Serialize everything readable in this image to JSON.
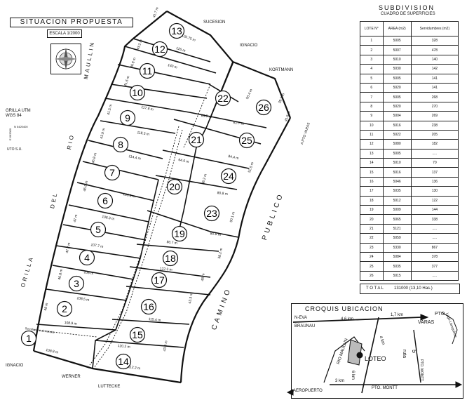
{
  "plan": {
    "title": "SITUACION PROPUESTA",
    "scale": "ESCALA 1/2000",
    "grid_label": "GRILLA UTM",
    "datum": "WGS 84",
    "north_coord": "N 5420400",
    "east_coord": "E 663300",
    "grid_symbol": "UTO S.U.",
    "neighbors": {
      "sucesion": "SUCESION",
      "ignacio_top": "IGNACIO",
      "kortmann": "KORTMANN",
      "ignacio_bottom": "IGNACIO",
      "werner": "WERNER",
      "luttecke": "LUTTECKE"
    },
    "river_words": [
      "MAULLIN",
      "RIO",
      "DEL",
      "ORILLA"
    ],
    "road_words": [
      "PUBLICO",
      "CAMINO"
    ],
    "pto_varas_arrow": "A PTO VARAS",
    "lots": [
      "1",
      "2",
      "3",
      "4",
      "5",
      "6",
      "7",
      "8",
      "9",
      "10",
      "11",
      "12",
      "13",
      "14",
      "15",
      "16",
      "17",
      "18",
      "19",
      "20",
      "21",
      "22",
      "23",
      "24",
      "25",
      "26"
    ],
    "dimensions": {
      "d1": "41.7 m",
      "d2": "120.75 m",
      "d3": "43.2 m",
      "d4": "126 m",
      "d5": "39.8 m",
      "d6": "140 m",
      "d7": "41.6 m",
      "d8": "117.8 m",
      "d9": "41.5 m",
      "d10": "118.3 m",
      "d11": "43.9 m",
      "d12": "114.4 m",
      "d13": "46.8 m",
      "d14": "106.1 m",
      "d15": "46.9 m",
      "d16": "106.3 m",
      "d17": "47 m",
      "d18": "107.7 m",
      "d19": "47.2 m",
      "d20": "108 m",
      "d21": "46.8 m",
      "d22": "108.5 m",
      "d23": "48 m",
      "d24": "108.9 m",
      "d25": "108.8 m",
      "d26": "120.2 m",
      "d27": "112.2 m",
      "d28": "43.8 m",
      "d29": "115.4 m",
      "d30": "43.3 m",
      "d31": "122.3 m",
      "d32": "48 m",
      "d33": "80.7 m",
      "d34": "80.6 m",
      "d35": "80.8 m",
      "d36": "61.7 m",
      "d37": "84.4 m",
      "d38": "63.5 m",
      "d39": "64.5 m",
      "d40": "90.1 m",
      "d41": "52.5 m",
      "d42": "38.2 m",
      "d43": "50.4 m",
      "d44": "41.8 m",
      "d45": "39.5 m",
      "d46": "38.2 m"
    },
    "servidumbre_label": "Servidumbre de tránsito"
  },
  "table": {
    "title": "SUBDIVISION",
    "subtitle": "CUADRO DE SUPERFICIES",
    "headers": [
      "LOTE N°",
      "AREA (m2)",
      "Servidumbres (m2)"
    ],
    "rows": [
      [
        "1",
        "5005",
        "328"
      ],
      [
        "2",
        "5007",
        "478"
      ],
      [
        "3",
        "5010",
        "140"
      ],
      [
        "4",
        "5030",
        "142"
      ],
      [
        "5",
        "5005",
        "141"
      ],
      [
        "6",
        "5020",
        "141"
      ],
      [
        "7",
        "5005",
        "268"
      ],
      [
        "8",
        "5020",
        "270"
      ],
      [
        "9",
        "5004",
        "269"
      ],
      [
        "10",
        "5016",
        "238"
      ],
      [
        "11",
        "5022",
        "205"
      ],
      [
        "12",
        "5080",
        "182"
      ],
      [
        "13",
        "5005",
        "....."
      ],
      [
        "14",
        "5010",
        "70"
      ],
      [
        "15",
        "5016",
        "137"
      ],
      [
        "16",
        "5046",
        "136"
      ],
      [
        "17",
        "5035",
        "130"
      ],
      [
        "18",
        "5012",
        "122"
      ],
      [
        "19",
        "5009",
        "144"
      ],
      [
        "20",
        "5065",
        "338"
      ],
      [
        "21",
        "5121",
        "....."
      ],
      [
        "22",
        "5059",
        "....."
      ],
      [
        "23",
        "5330",
        "867"
      ],
      [
        "24",
        "5084",
        "378"
      ],
      [
        "25",
        "5035",
        "377"
      ],
      [
        "26",
        "5015",
        "....."
      ]
    ],
    "total_label": "T O T A L",
    "total_value": "131000 (13,10 Has.)"
  },
  "croquis": {
    "title": "CROQUIS  UBICACION",
    "labels": {
      "nueva": "N-EVA",
      "braunau": "BRAUNAU",
      "km46": "4,6 km",
      "km17": "1,7 km",
      "pto": "PTO",
      "varas": "VARAS",
      "lago": "Lago Llanquihue",
      "ruta": "ruta",
      "five": "5",
      "km4": "4 km",
      "rio": "RIO MAULLIN",
      "loteo": "LOTEO",
      "km6": "6 km",
      "km3": "3 km",
      "ptomontt": "PTO. MONTT",
      "ptomontt2": "PTO. MONTT",
      "aeropuerto": "AEROPUERTO"
    }
  }
}
